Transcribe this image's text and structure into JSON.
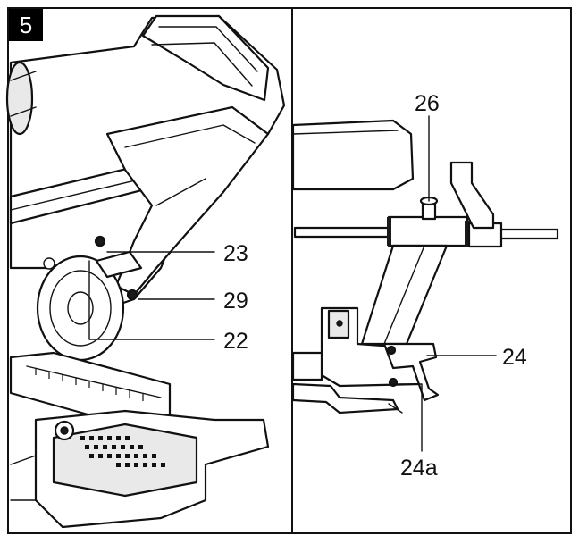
{
  "figure": {
    "number": "5",
    "callouts": {
      "c23": "23",
      "c29": "29",
      "c22": "22",
      "c26": "26",
      "c24": "24",
      "c24a": "24a"
    }
  },
  "colors": {
    "ink": "#111111",
    "background": "#ffffff",
    "badge": "#000000"
  }
}
